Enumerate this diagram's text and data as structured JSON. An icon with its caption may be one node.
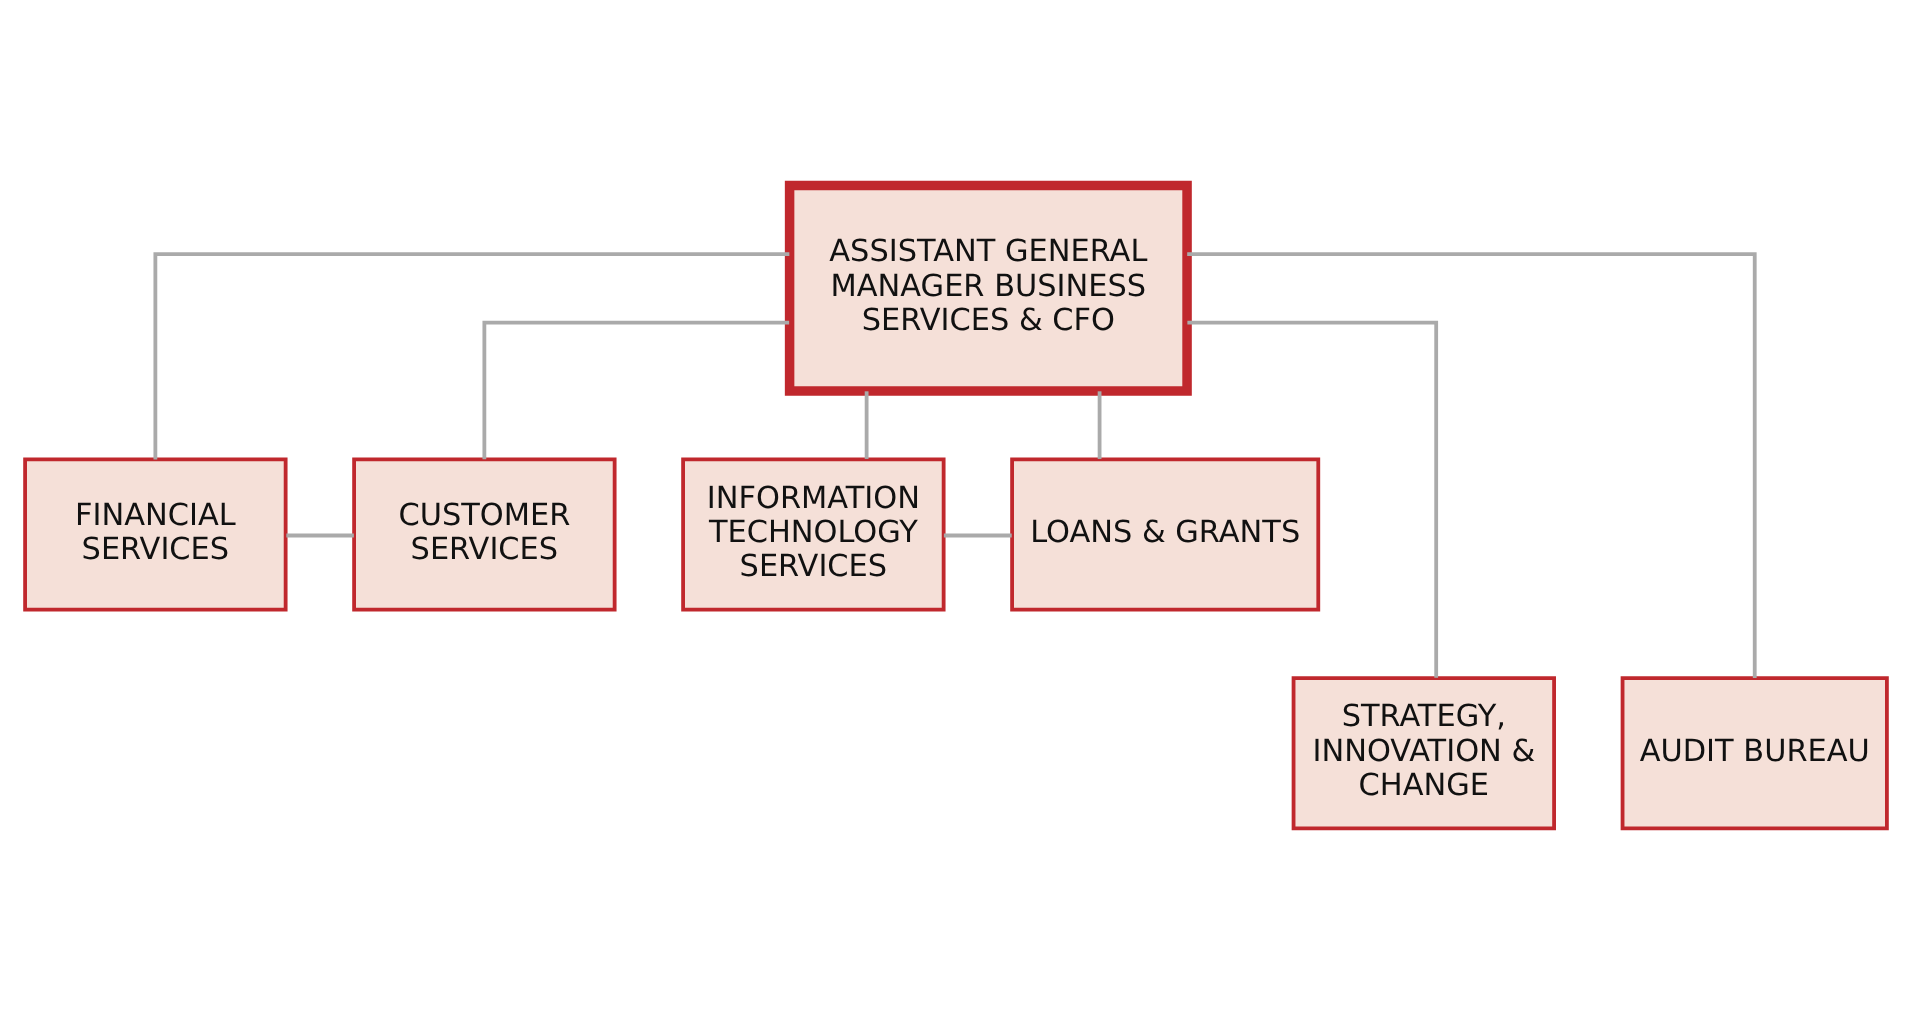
{
  "diagram": {
    "nodes": [
      {
        "text": [
          "ASSISTANT GENERAL MANAGER BUSINESS SERVICES & CFO"
        ]
      },
      {
        "text": [
          "FINANCIAL SERVICES"
        ]
      },
      {
        "text": [
          "CUSTOMER SERVICES"
        ]
      },
      {
        "text": [
          "INFORMATION TECHNOLOGY SERVICES"
        ]
      },
      {
        "text": [
          "LOANS & GRANTS"
        ]
      },
      {
        "text": [
          "STRATEGY, INNOVATION & CHANGE"
        ]
      },
      {
        "text": [
          "AUDIT BUREAU"
        ]
      }
    ],
    "edges": [
      {
        "from": 0,
        "to": 1,
        "arrow": "none"
      },
      {
        "from": 0,
        "to": 2,
        "arrow": "none"
      },
      {
        "from": 0,
        "to": 3,
        "arrow": "none"
      },
      {
        "from": 0,
        "to": 4,
        "arrow": "none"
      },
      {
        "from": 0,
        "to": 5,
        "arrow": "none"
      },
      {
        "from": 0,
        "to": 6,
        "arrow": "none"
      },
      {
        "from": 1,
        "to": 2,
        "arrow": "none"
      },
      {
        "from": 3,
        "to": 4,
        "arrow": "none"
      }
    ]
  }
}
